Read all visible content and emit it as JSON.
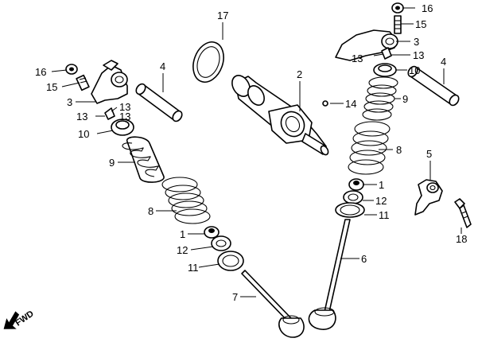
{
  "labels": {
    "l1a": "1",
    "l1b": "1",
    "l2": "2",
    "l3a": "3",
    "l3b": "3",
    "l4a": "4",
    "l4b": "4",
    "l5": "5",
    "l6": "6",
    "l7": "7",
    "l8a": "8",
    "l8b": "8",
    "l9a": "9",
    "l9b": "9",
    "l10a": "10",
    "l10b": "10",
    "l11a": "11",
    "l11b": "11",
    "l12a": "12",
    "l12b": "12",
    "l13a": "13",
    "l13b": "13",
    "l13c": "13",
    "l13d": "13",
    "l14": "14",
    "l15a": "15",
    "l15b": "15",
    "l16a": "16",
    "l16b": "16",
    "l17": "17",
    "l18": "18"
  },
  "fwd_label": "FWD",
  "colors": {
    "ink": "#000000",
    "paper": "#ffffff"
  }
}
